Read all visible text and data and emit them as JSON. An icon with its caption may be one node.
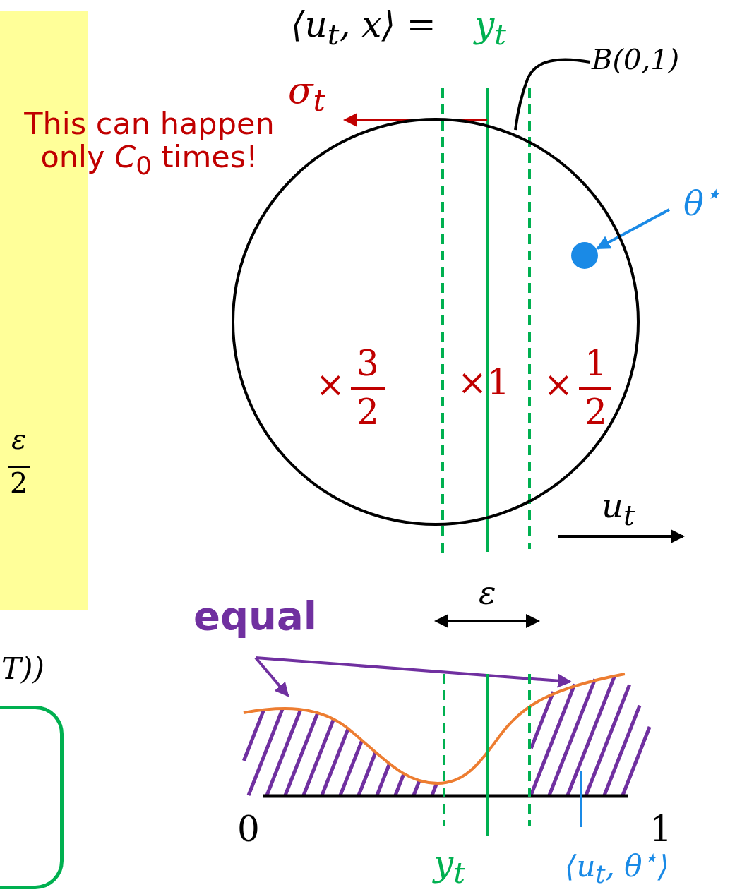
{
  "diagram": {
    "nodes": [
      {
        "text": [
          "B(0,1)"
        ]
      },
      {
        "text": [],
        "shape": "circle"
      },
      {
        "text": [
          "θ$^{⋆}$"
        ]
      },
      {
        "text": [],
        "shape": "circle",
        "in": 1
      },
      {
        "text": [
          "equal"
        ]
      },
      {
        "text": [],
        "shape": "region"
      },
      {
        "text": [],
        "shape": "region"
      },
      {
        "text": [],
        "shape": "box"
      },
      {
        "text": [
          "ε",
          "2"
        ]
      }
    ],
    "edges": [
      {
        "from": 0,
        "to": 1,
        "arrow": "none",
        "color": "#000000"
      },
      {
        "from": 2,
        "to": 3,
        "arrow": "to"
      },
      {
        "from": 4,
        "to": 5,
        "arrow": "to"
      },
      {
        "from": 4,
        "to": 6,
        "arrow": "to"
      }
    ],
    "labels": [
      "⟨u$_{t}$, x⟩ =",
      "y$_{t}$",
      "σ$_{t}$",
      "This can happen only *C*$_{0}$ times!",
      "×",
      "3",
      "2",
      "×1",
      "×",
      "1",
      "2",
      "u$_{t}$",
      "ε",
      "T))",
      "0",
      "1",
      "y$_{t}$",
      "⟨u$_{t}$, θ$^{⋆}$⟩"
    ]
  }
}
